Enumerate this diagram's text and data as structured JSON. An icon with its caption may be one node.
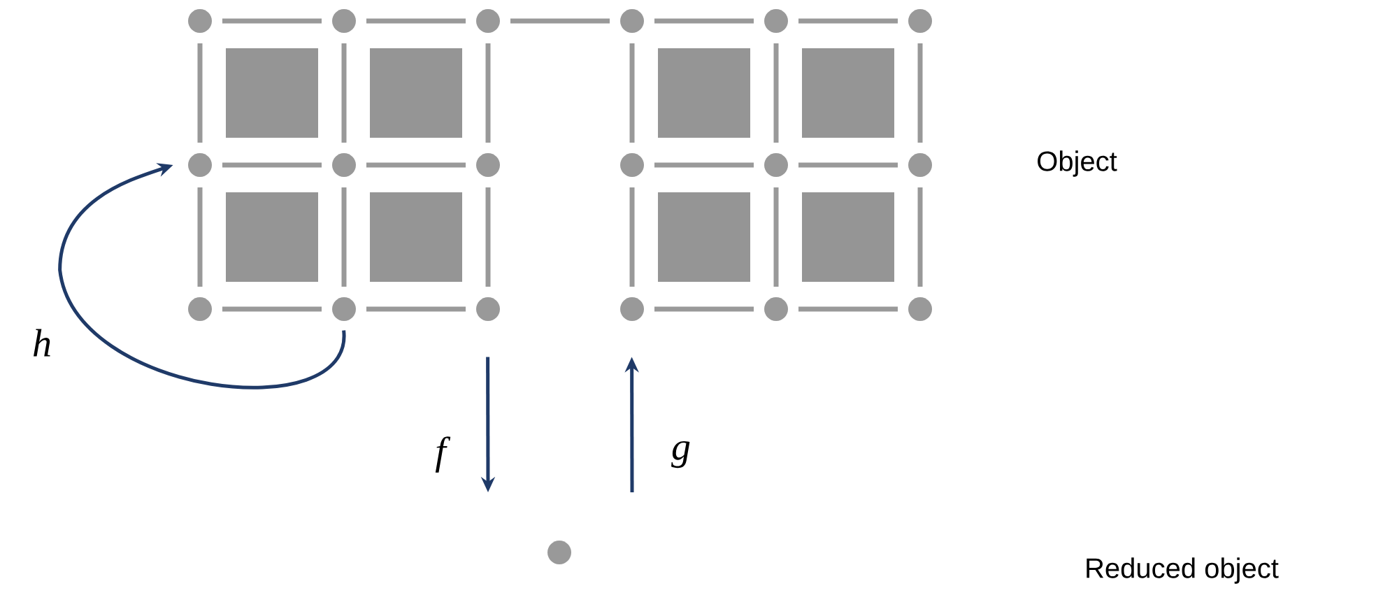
{
  "diagram": {
    "nodes": [
      {
        "text": [],
        "shape": "picture",
        "beside": [
          "Object"
        ]
      },
      {
        "text": [],
        "shape": "circle"
      }
    ],
    "labels": [
      "Reduced object"
    ],
    "edges": [
      {
        "from": 0,
        "to": 0,
        "arrow": "to",
        "label": "h"
      },
      {
        "from": 0,
        "to": 1,
        "arrow": "to",
        "label": "f"
      },
      {
        "from": 1,
        "to": 0,
        "arrow": "to",
        "label": "g"
      }
    ]
  }
}
